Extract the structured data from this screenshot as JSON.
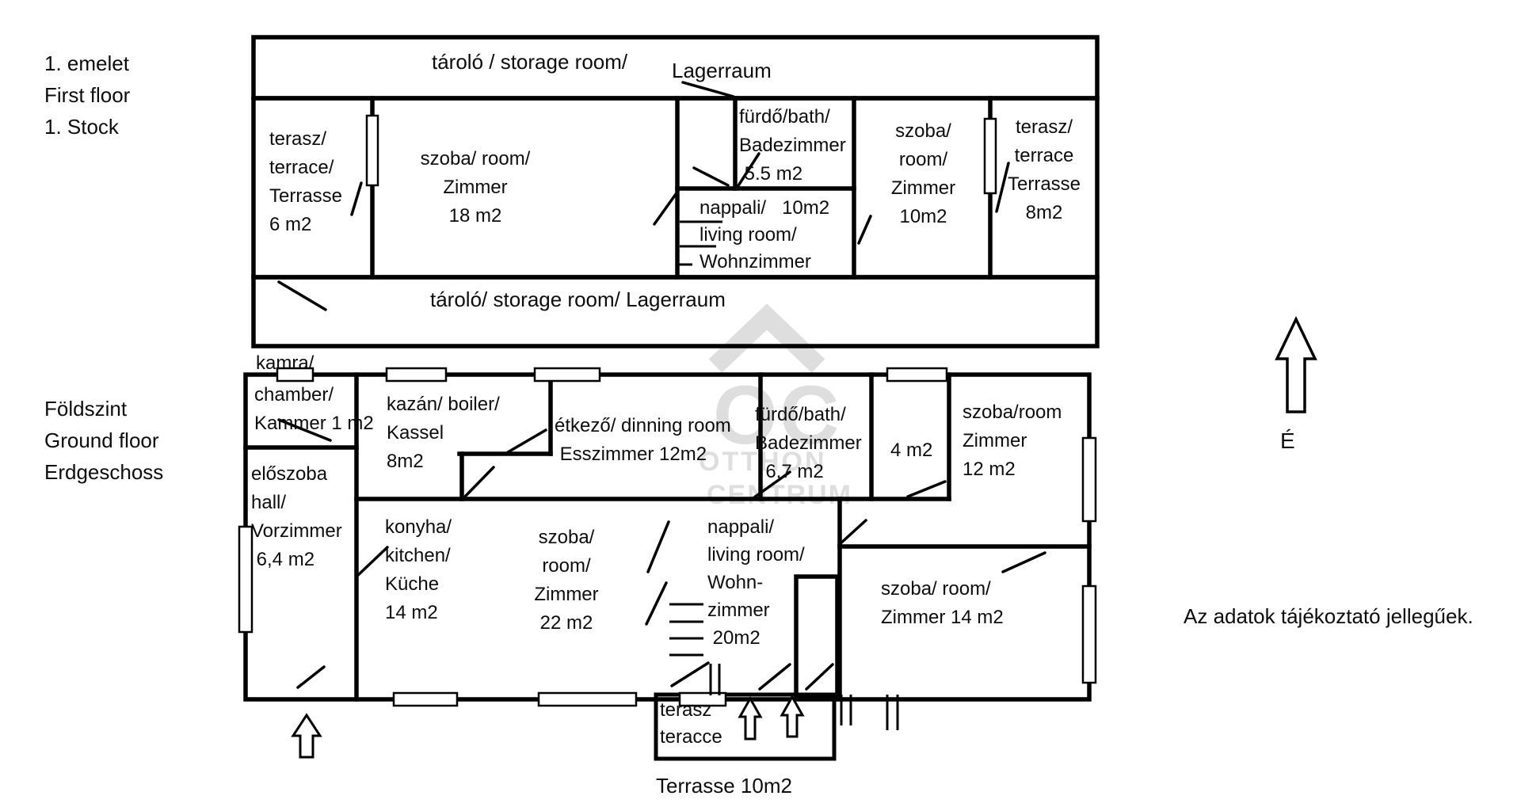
{
  "page": {
    "background": "#ffffff",
    "ink": "#000000",
    "watermark_color": "#c4c4c4",
    "disclaimer": "Az adatok tájékoztató jellegűek.",
    "compass": {
      "label": "É"
    },
    "watermark": {
      "monogram": "OC",
      "line1": "OTTHON",
      "line2": "CENTRUM"
    }
  },
  "first_floor": {
    "title": "1. emelet\nFirst floor\n1. Stock",
    "storage_top": {
      "label": "tároló / storage room/",
      "label2": "Lagerraum"
    },
    "storage_bottom": {
      "label": "tároló/ storage room/ Lagerraum"
    },
    "rooms": {
      "terrace6": "terasz/\nterrace/\nTerrasse\n6 m2",
      "room18": "szoba/ room/\nZimmer\n18 m2",
      "bath55": "fürdő/bath/\nBadezimmer\n 5.5 m2",
      "living10": "nappali/   10m2\nliving room/\nWohnzimmer",
      "room10": "szoba/\nroom/\nZimmer\n10m2",
      "terrace8": "terasz/\nterrace\nTerrasse\n8m2"
    }
  },
  "ground_floor": {
    "title": "Földszint\nGround floor\nErdgeschoss",
    "rooms": {
      "pantry_out": "kamra/",
      "pantry": "chamber/\nKammer 1 m2",
      "boiler": "kazán/ boiler/\nKassel\n8m2",
      "dining": "étkező/ dinning room\n Esszimmer 12m2",
      "bath67": "fürdő/bath/\nBadezimmer\n  6,7 m2",
      "small4": "4 m2",
      "room12": "szoba/room\nZimmer\n12 m2",
      "hall": "előszoba\nhall/\nVorzimmer\n 6,4 m2",
      "kitchen": "konyha/\nkitchen/\nKüche\n14 m2",
      "room22": "szoba/\nroom/\nZimmer\n22 m2",
      "living20": "nappali/\nliving room/\nWohn-\nzimmer\n 20m2",
      "room14": "szoba/ room/\nZimmer 14 m2",
      "terrace_in": "terasz\nteracce",
      "terrace_out": "Terrasse 10m2"
    }
  }
}
